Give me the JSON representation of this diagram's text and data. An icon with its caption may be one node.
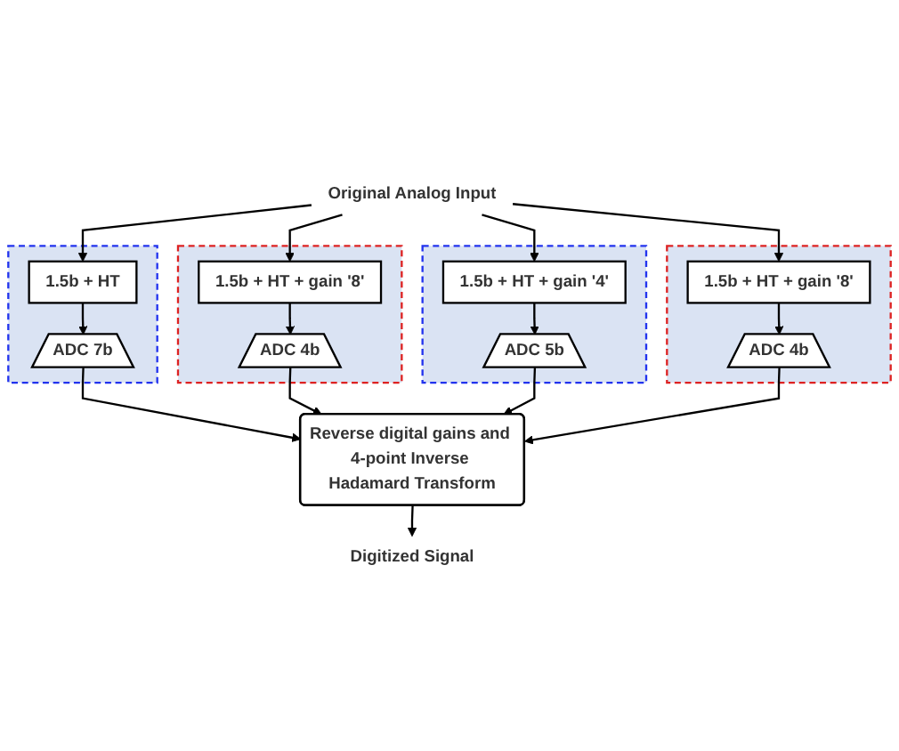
{
  "diagram": {
    "nodes": [
      {
        "text": [
          "Original Analog Input"
        ]
      },
      {
        "text": [],
        "shape": "box"
      },
      {
        "text": [
          "1.5b + HT"
        ],
        "in": 1
      },
      {
        "text": [
          "ADC 7b"
        ],
        "in": 1
      },
      {
        "text": [],
        "shape": "box"
      },
      {
        "text": [
          "1.5b + HT + gain '8'"
        ],
        "in": 4
      },
      {
        "text": [
          "ADC 4b"
        ],
        "in": 4
      },
      {
        "text": [],
        "shape": "box"
      },
      {
        "text": [
          "1.5b + HT + gain '4'"
        ],
        "in": 7
      },
      {
        "text": [
          "ADC 5b"
        ],
        "in": 7
      },
      {
        "text": [],
        "shape": "box"
      },
      {
        "text": [
          "1.5b + HT + gain '8'"
        ],
        "in": 10
      },
      {
        "text": [
          "ADC 4b"
        ],
        "in": 10
      },
      {
        "text": [
          "Reverse digital gains and 4-point Inverse Hadamard Transform"
        ]
      },
      {
        "text": [
          "Digitized Signal"
        ]
      }
    ],
    "edges": [
      {
        "from": 0,
        "to": 2,
        "arrow": "to"
      },
      {
        "from": 0,
        "to": 5,
        "arrow": "to"
      },
      {
        "from": 0,
        "to": 8,
        "arrow": "to"
      },
      {
        "from": 0,
        "to": 11,
        "arrow": "to"
      },
      {
        "from": 2,
        "to": 3,
        "arrow": "to"
      },
      {
        "from": 5,
        "to": 6,
        "arrow": "to"
      },
      {
        "from": 8,
        "to": 9,
        "arrow": "to"
      },
      {
        "from": 11,
        "to": 12,
        "arrow": "to"
      },
      {
        "from": 3,
        "to": 13,
        "arrow": "to"
      },
      {
        "from": 6,
        "to": 13,
        "arrow": "to"
      },
      {
        "from": 9,
        "to": 13,
        "arrow": "to"
      },
      {
        "from": 12,
        "to": 13,
        "arrow": "to"
      },
      {
        "from": 13,
        "to": 14,
        "arrow": "to"
      }
    ]
  }
}
